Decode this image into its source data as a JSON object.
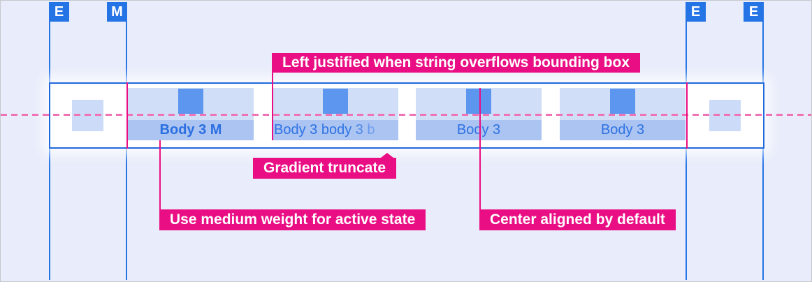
{
  "colors": {
    "background": "#e9edfb",
    "guide_blue": "#2574e6",
    "bar_border_blue": "#2169dc",
    "tab_top_fill": "#d0def7",
    "tab_icon_fill": "#5d96ef",
    "tab_band_fill": "#abc4f2",
    "tab_text_blue": "#2e72e3",
    "slot_square_fill": "#ccdcf8",
    "annotation_magenta": "#ea0e84",
    "centerline_pink": "#ef74b6"
  },
  "guides": [
    {
      "label": "E"
    },
    {
      "label": "M"
    },
    {
      "label": "E"
    },
    {
      "label": "E"
    }
  ],
  "tabbar": {
    "tabs": [
      {
        "label": "Body 3 M",
        "state": "active"
      },
      {
        "label": "Body 3 body 3 b",
        "state": "gradient-truncated"
      },
      {
        "label": "Body 3",
        "state": "default"
      },
      {
        "label": "Body 3",
        "state": "default"
      }
    ]
  },
  "annotations": {
    "left_justified": "Left justified when string overflows bounding box",
    "gradient_truncate": "Gradient truncate",
    "medium_weight": "Use medium weight for active state",
    "center_aligned": "Center aligned by default"
  }
}
